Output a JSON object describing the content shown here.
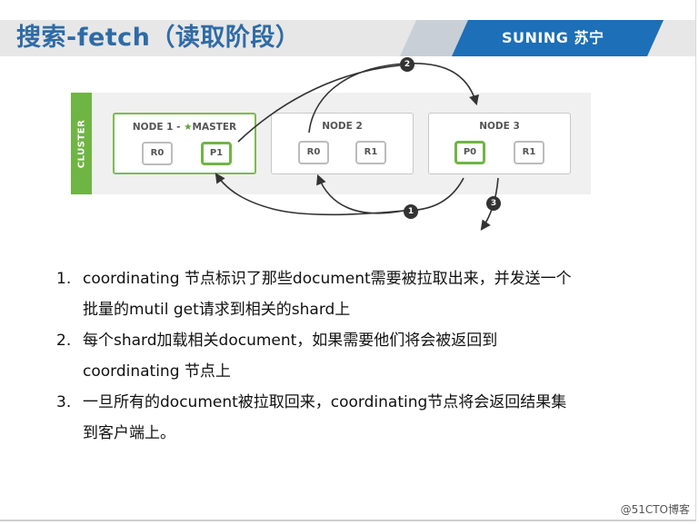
{
  "header": {
    "title": "搜索-fetch（读取阶段）",
    "logo": "SUNING 苏宁"
  },
  "diagram": {
    "cluster_label": "CLUSTER",
    "nodes": [
      {
        "title_prefix": "NODE 1 - ",
        "star": "★",
        "title_suffix": "MASTER",
        "shards": [
          "R0",
          "P1"
        ]
      },
      {
        "title": "NODE 2",
        "shards": [
          "R0",
          "R1"
        ]
      },
      {
        "title": "NODE 3",
        "shards": [
          "P0",
          "R1"
        ]
      }
    ],
    "step_badges": [
      "1",
      "2",
      "3"
    ]
  },
  "steps": [
    {
      "num": "1.",
      "line1": "coordinating 节点标识了那些document需要被拉取出来，并发送一个",
      "line2": "批量的mutil get请求到相关的shard上"
    },
    {
      "num": "2.",
      "line1": "每个shard加载相关document，如果需要他们将会被返回到",
      "line2": "coordinating 节点上"
    },
    {
      "num": "3.",
      "line1": "一旦所有的document被拉取回来，coordinating节点将会返回结果集",
      "line2": "到客户端上。"
    }
  ],
  "watermark": "@51CTO博客",
  "colors": {
    "title_blue": "#2e6ba6",
    "banner_blue": "#1d6fb8",
    "cluster_green": "#6fb544",
    "badge_dark": "#333333"
  }
}
